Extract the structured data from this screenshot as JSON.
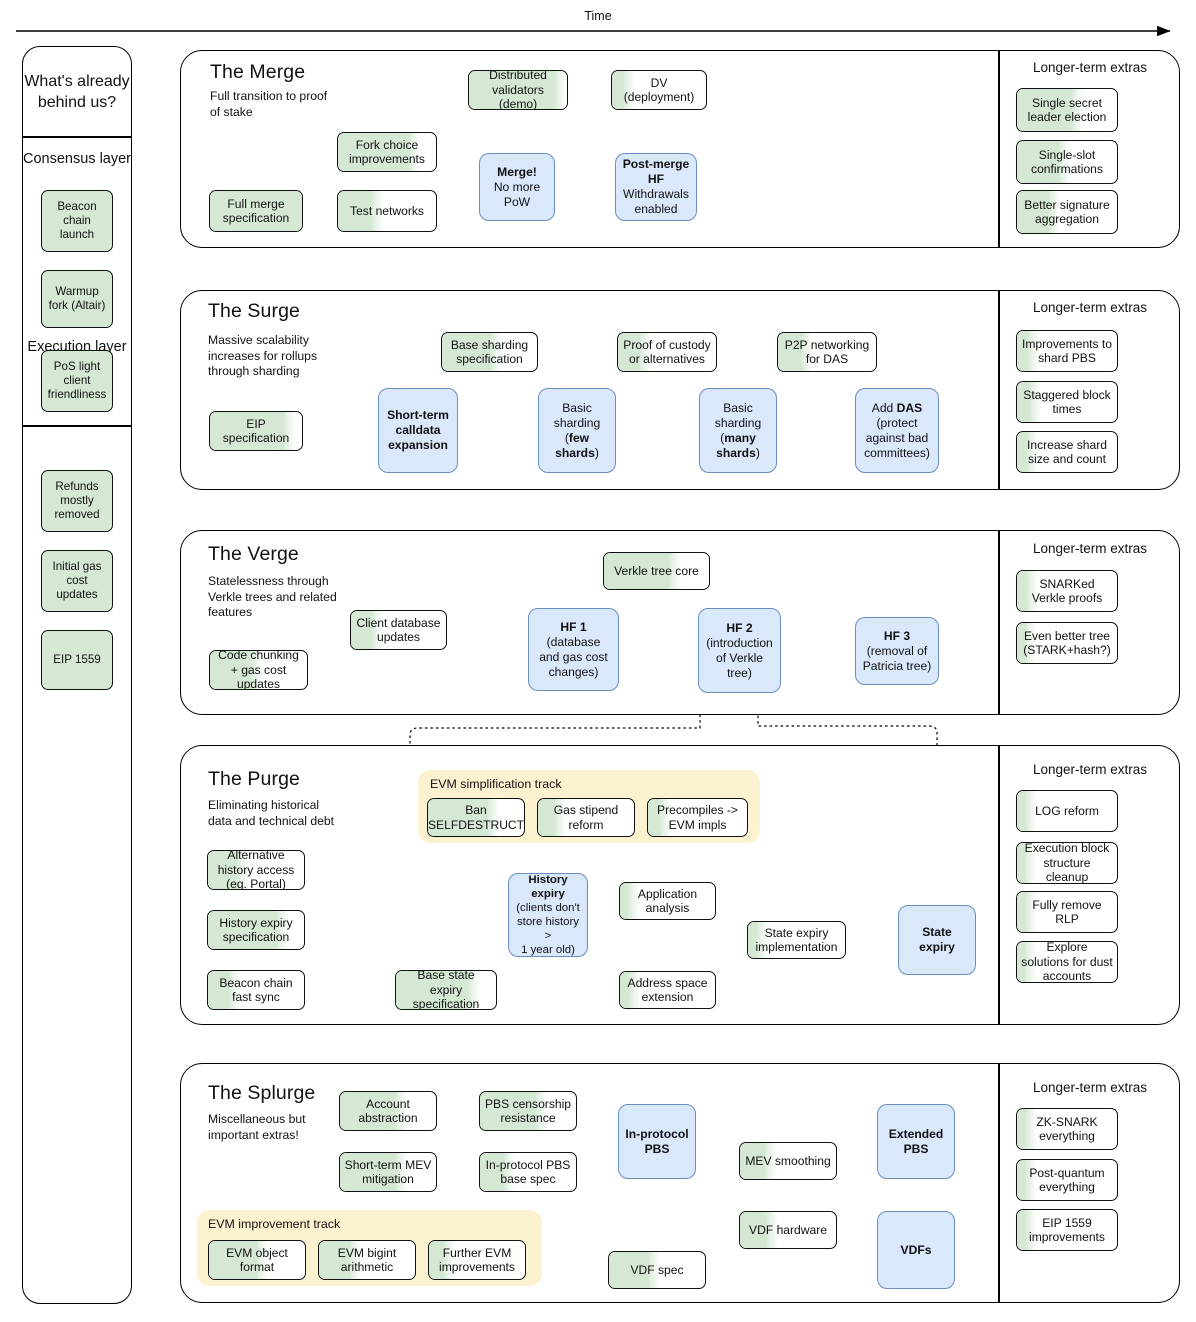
{
  "time_axis": {
    "label": "Time"
  },
  "sidebar": {
    "title": "What's already behind us?",
    "sections": [
      {
        "name": "Consensus layer",
        "items": [
          "Beacon chain launch",
          "Warmup fork (Altair)",
          "PoS light client friendliness"
        ]
      },
      {
        "name": "Execution layer",
        "items": [
          "Refunds mostly removed",
          "Initial gas cost updates",
          "EIP 1559"
        ]
      }
    ]
  },
  "extras_heading": "Longer-term extras",
  "phases": [
    {
      "title": "The Merge",
      "subtitle": "Full transition to proof of stake",
      "nodes": [
        {
          "t": "Distributed validators (demo)",
          "k": "green"
        },
        {
          "t": "DV (deployment)",
          "k": "green"
        },
        {
          "t": "Fork choice improvements",
          "k": "green"
        },
        {
          "t": "Full merge specification",
          "k": "green"
        },
        {
          "t": "Test networks",
          "k": "green"
        },
        {
          "t": "Merge! No more PoW",
          "k": "blue"
        },
        {
          "t": "Post-merge HF Withdrawals enabled",
          "k": "blue"
        }
      ],
      "extras": [
        "Single secret leader election",
        "Single-slot confirmations",
        "Better signature aggregation"
      ]
    },
    {
      "title": "The Surge",
      "subtitle": "Massive scalability increases for rollups through sharding",
      "nodes": [
        {
          "t": "Base sharding specification",
          "k": "green"
        },
        {
          "t": "Proof of custody or alternatives",
          "k": "green"
        },
        {
          "t": "P2P networking for DAS",
          "k": "green"
        },
        {
          "t": "EIP specification",
          "k": "green"
        },
        {
          "t": "Short-term calldata expansion",
          "k": "blue"
        },
        {
          "t": "Basic sharding (few shards)",
          "k": "blue"
        },
        {
          "t": "Basic sharding (many shards)",
          "k": "blue"
        },
        {
          "t": "Add DAS (protect against bad committees)",
          "k": "blue"
        }
      ],
      "extras": [
        "Improvements to shard PBS",
        "Staggered block times",
        "Increase shard size and count"
      ]
    },
    {
      "title": "The Verge",
      "subtitle": "Statelessness through Verkle trees and related features",
      "nodes": [
        {
          "t": "Verkle tree core",
          "k": "green"
        },
        {
          "t": "Client database updates",
          "k": "green"
        },
        {
          "t": "Code chunking + gas cost updates",
          "k": "green"
        },
        {
          "t": "HF 1 (database and gas cost changes)",
          "k": "blue"
        },
        {
          "t": "HF 2 (introduction of Verkle tree)",
          "k": "blue"
        },
        {
          "t": "HF 3 (removal of Patricia tree)",
          "k": "blue"
        }
      ],
      "extras": [
        "SNARKed Verkle proofs",
        "Even better tree (STARK+hash?)"
      ]
    },
    {
      "title": "The Purge",
      "subtitle": "Eliminating historical data and technical debt",
      "track_label": "EVM simplification track",
      "track_nodes": [
        "Ban SELFDESTRUCT",
        "Gas stipend reform",
        "Precompiles -> EVM impls"
      ],
      "nodes": [
        {
          "t": "Alternative history access (eg. Portal)",
          "k": "green"
        },
        {
          "t": "History expiry specification",
          "k": "green"
        },
        {
          "t": "Beacon chain fast sync",
          "k": "green"
        },
        {
          "t": "Base state expiry specification",
          "k": "green"
        },
        {
          "t": "Application analysis",
          "k": "green"
        },
        {
          "t": "State expiry implementation",
          "k": "green"
        },
        {
          "t": "Address space extension",
          "k": "green"
        },
        {
          "t": "History expiry (clients don't store history > 1 year old)",
          "k": "blue"
        },
        {
          "t": "State expiry",
          "k": "blue"
        }
      ],
      "extras": [
        "LOG reform",
        "Execution block structure cleanup",
        "Fully remove RLP",
        "Explore solutions for dust accounts"
      ]
    },
    {
      "title": "The Splurge",
      "subtitle": "Miscellaneous but important extras!",
      "track_label": "EVM improvement track",
      "track_nodes": [
        "EVM object format",
        "EVM bigint arithmetic",
        "Further EVM improvements"
      ],
      "nodes": [
        {
          "t": "Account abstraction",
          "k": "green"
        },
        {
          "t": "PBS censorship resistance",
          "k": "green"
        },
        {
          "t": "Short-term MEV mitigation",
          "k": "green"
        },
        {
          "t": "In-protocol PBS base spec",
          "k": "green"
        },
        {
          "t": "MEV smoothing",
          "k": "green"
        },
        {
          "t": "VDF hardware",
          "k": "green"
        },
        {
          "t": "VDF spec",
          "k": "green"
        },
        {
          "t": "In-protocol PBS",
          "k": "blue"
        },
        {
          "t": "Extended PBS",
          "k": "blue"
        },
        {
          "t": "VDFs",
          "k": "blue"
        }
      ],
      "extras": [
        "ZK-SNARK everything",
        "Post-quantum everything",
        "EIP 1559 improvements"
      ]
    }
  ],
  "colors": {
    "green": "#d5e8d4",
    "blue": "#dae8fc",
    "blue_border": "#6c8ebf",
    "track": "#fdf2d0",
    "line": "#000000"
  }
}
